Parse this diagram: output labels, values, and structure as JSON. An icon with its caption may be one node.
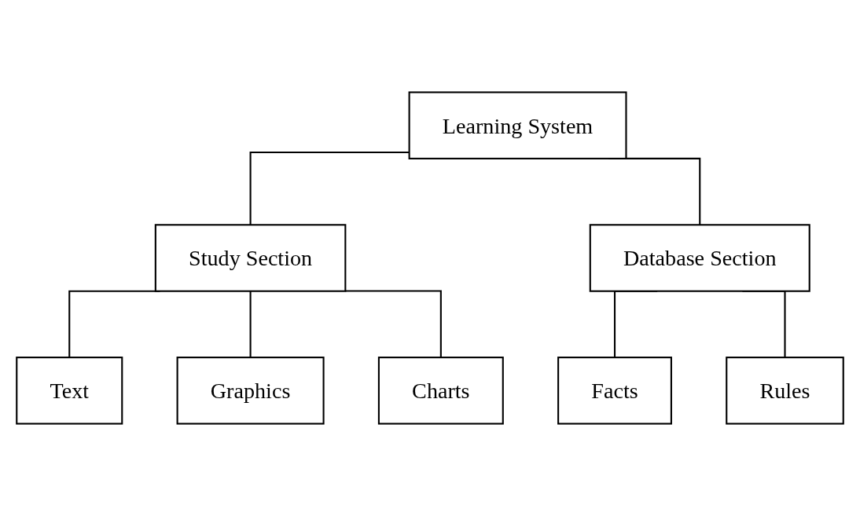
{
  "diagram": {
    "nodes": [
      {
        "text": [
          "Learning System"
        ]
      },
      {
        "text": [
          "Study Section"
        ]
      },
      {
        "text": [
          "Database Section"
        ]
      },
      {
        "text": [
          "Text"
        ]
      },
      {
        "text": [
          "Graphics"
        ]
      },
      {
        "text": [
          "Charts"
        ]
      },
      {
        "text": [
          "Facts"
        ]
      },
      {
        "text": [
          "Rules"
        ]
      }
    ],
    "edges": [
      {
        "from": 0,
        "to": 1,
        "arrow": "none"
      },
      {
        "from": 0,
        "to": 2,
        "arrow": "none"
      },
      {
        "from": 1,
        "to": 3,
        "arrow": "none"
      },
      {
        "from": 1,
        "to": 4,
        "arrow": "none"
      },
      {
        "from": 1,
        "to": 5,
        "arrow": "none"
      },
      {
        "from": 2,
        "to": 6,
        "arrow": "none"
      },
      {
        "from": 2,
        "to": 7,
        "arrow": "none"
      }
    ]
  }
}
